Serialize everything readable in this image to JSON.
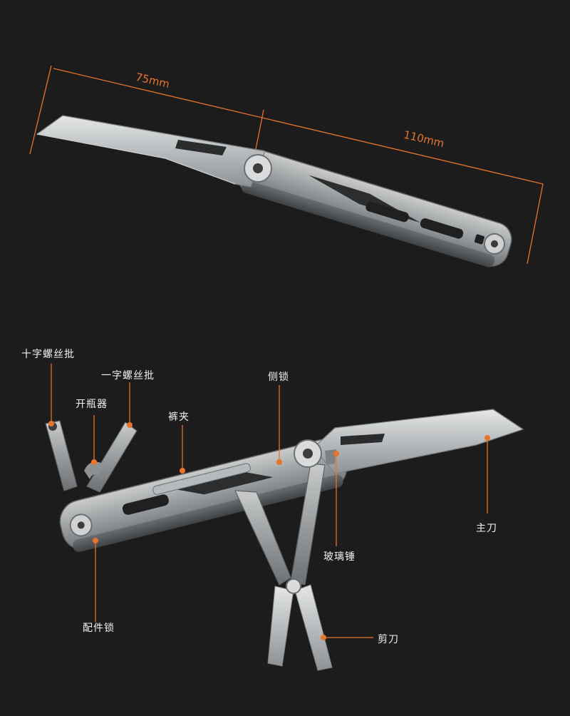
{
  "dimensions": {
    "blade_length": "75mm",
    "handle_length": "110mm"
  },
  "callouts": {
    "phillips_screwdriver": "十字螺丝批",
    "flat_screwdriver": "一字螺丝批",
    "bottle_opener": "开瓶器",
    "pocket_clip": "裤夹",
    "side_lock": "侧锁",
    "main_blade": "主刀",
    "glass_breaker": "玻璃锤",
    "accessory_lock": "配件锁",
    "scissors": "剪刀"
  },
  "colors": {
    "background": "#1c1c1c",
    "accent": "#e8732a",
    "steel": "#a9acae",
    "label_text": "#f2f2f2"
  }
}
